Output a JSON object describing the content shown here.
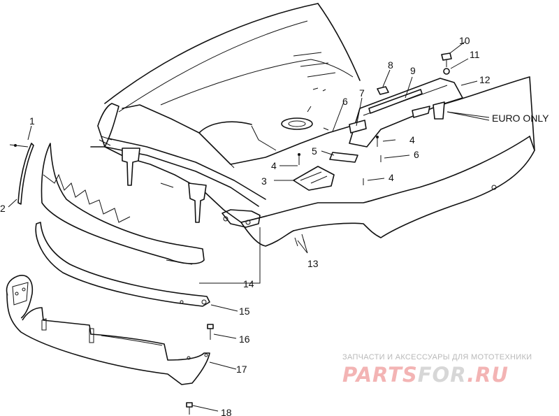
{
  "callouts": {
    "c1": "1",
    "c2": "2",
    "c3": "3",
    "c4a": "4",
    "c4b": "4",
    "c4c": "4",
    "c5": "5",
    "c6a": "6",
    "c6b": "6",
    "c7": "7",
    "c8": "8",
    "c9": "9",
    "c10": "10",
    "c11": "11",
    "c12": "12",
    "c13": "13",
    "c14": "14",
    "c15": "15",
    "c16": "16",
    "c17": "17",
    "c18": "18"
  },
  "euro_only_label": "EURO ONLY",
  "watermark": {
    "tagline": "ЗАПЧАСТИ И АКСЕССУАРЫ ДЛЯ МОТОТЕХНИКИ",
    "brand_part1": "PARTS",
    "brand_part2": "FOR",
    "brand_part3": ".RU"
  }
}
